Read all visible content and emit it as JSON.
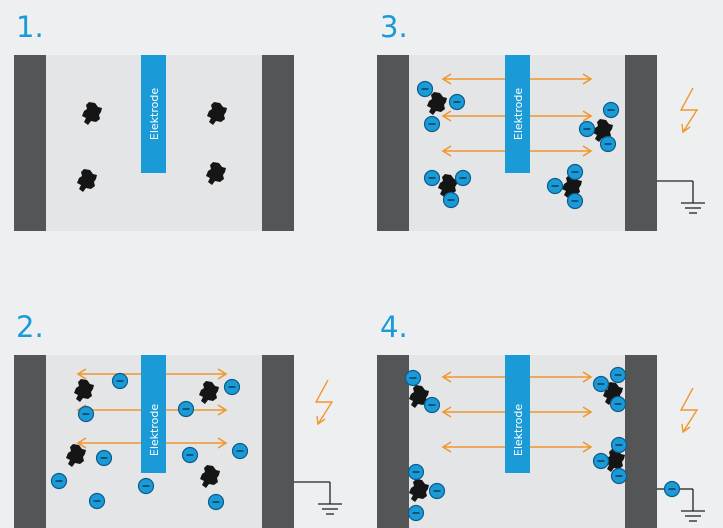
{
  "panels": [
    {
      "number": "1.",
      "electrode_label": "Elektrode"
    },
    {
      "number": "2.",
      "electrode_label": "Elektrode"
    },
    {
      "number": "3.",
      "electrode_label": "Elektrode"
    },
    {
      "number": "4.",
      "electrode_label": "Elektrode"
    }
  ],
  "colors": {
    "background": "#eeeff1",
    "chamber": "#e4e5e7",
    "wall": "#545556",
    "electrode": "#1b9ad8",
    "ion": "#1b9ad8",
    "field_arrow": "#f2962e",
    "particle": "#151515",
    "number": "#1b9ad8"
  },
  "icons": [
    "particle-icon",
    "negative-ion-icon",
    "field-arrow-icon",
    "lightning-icon",
    "ground-icon"
  ]
}
